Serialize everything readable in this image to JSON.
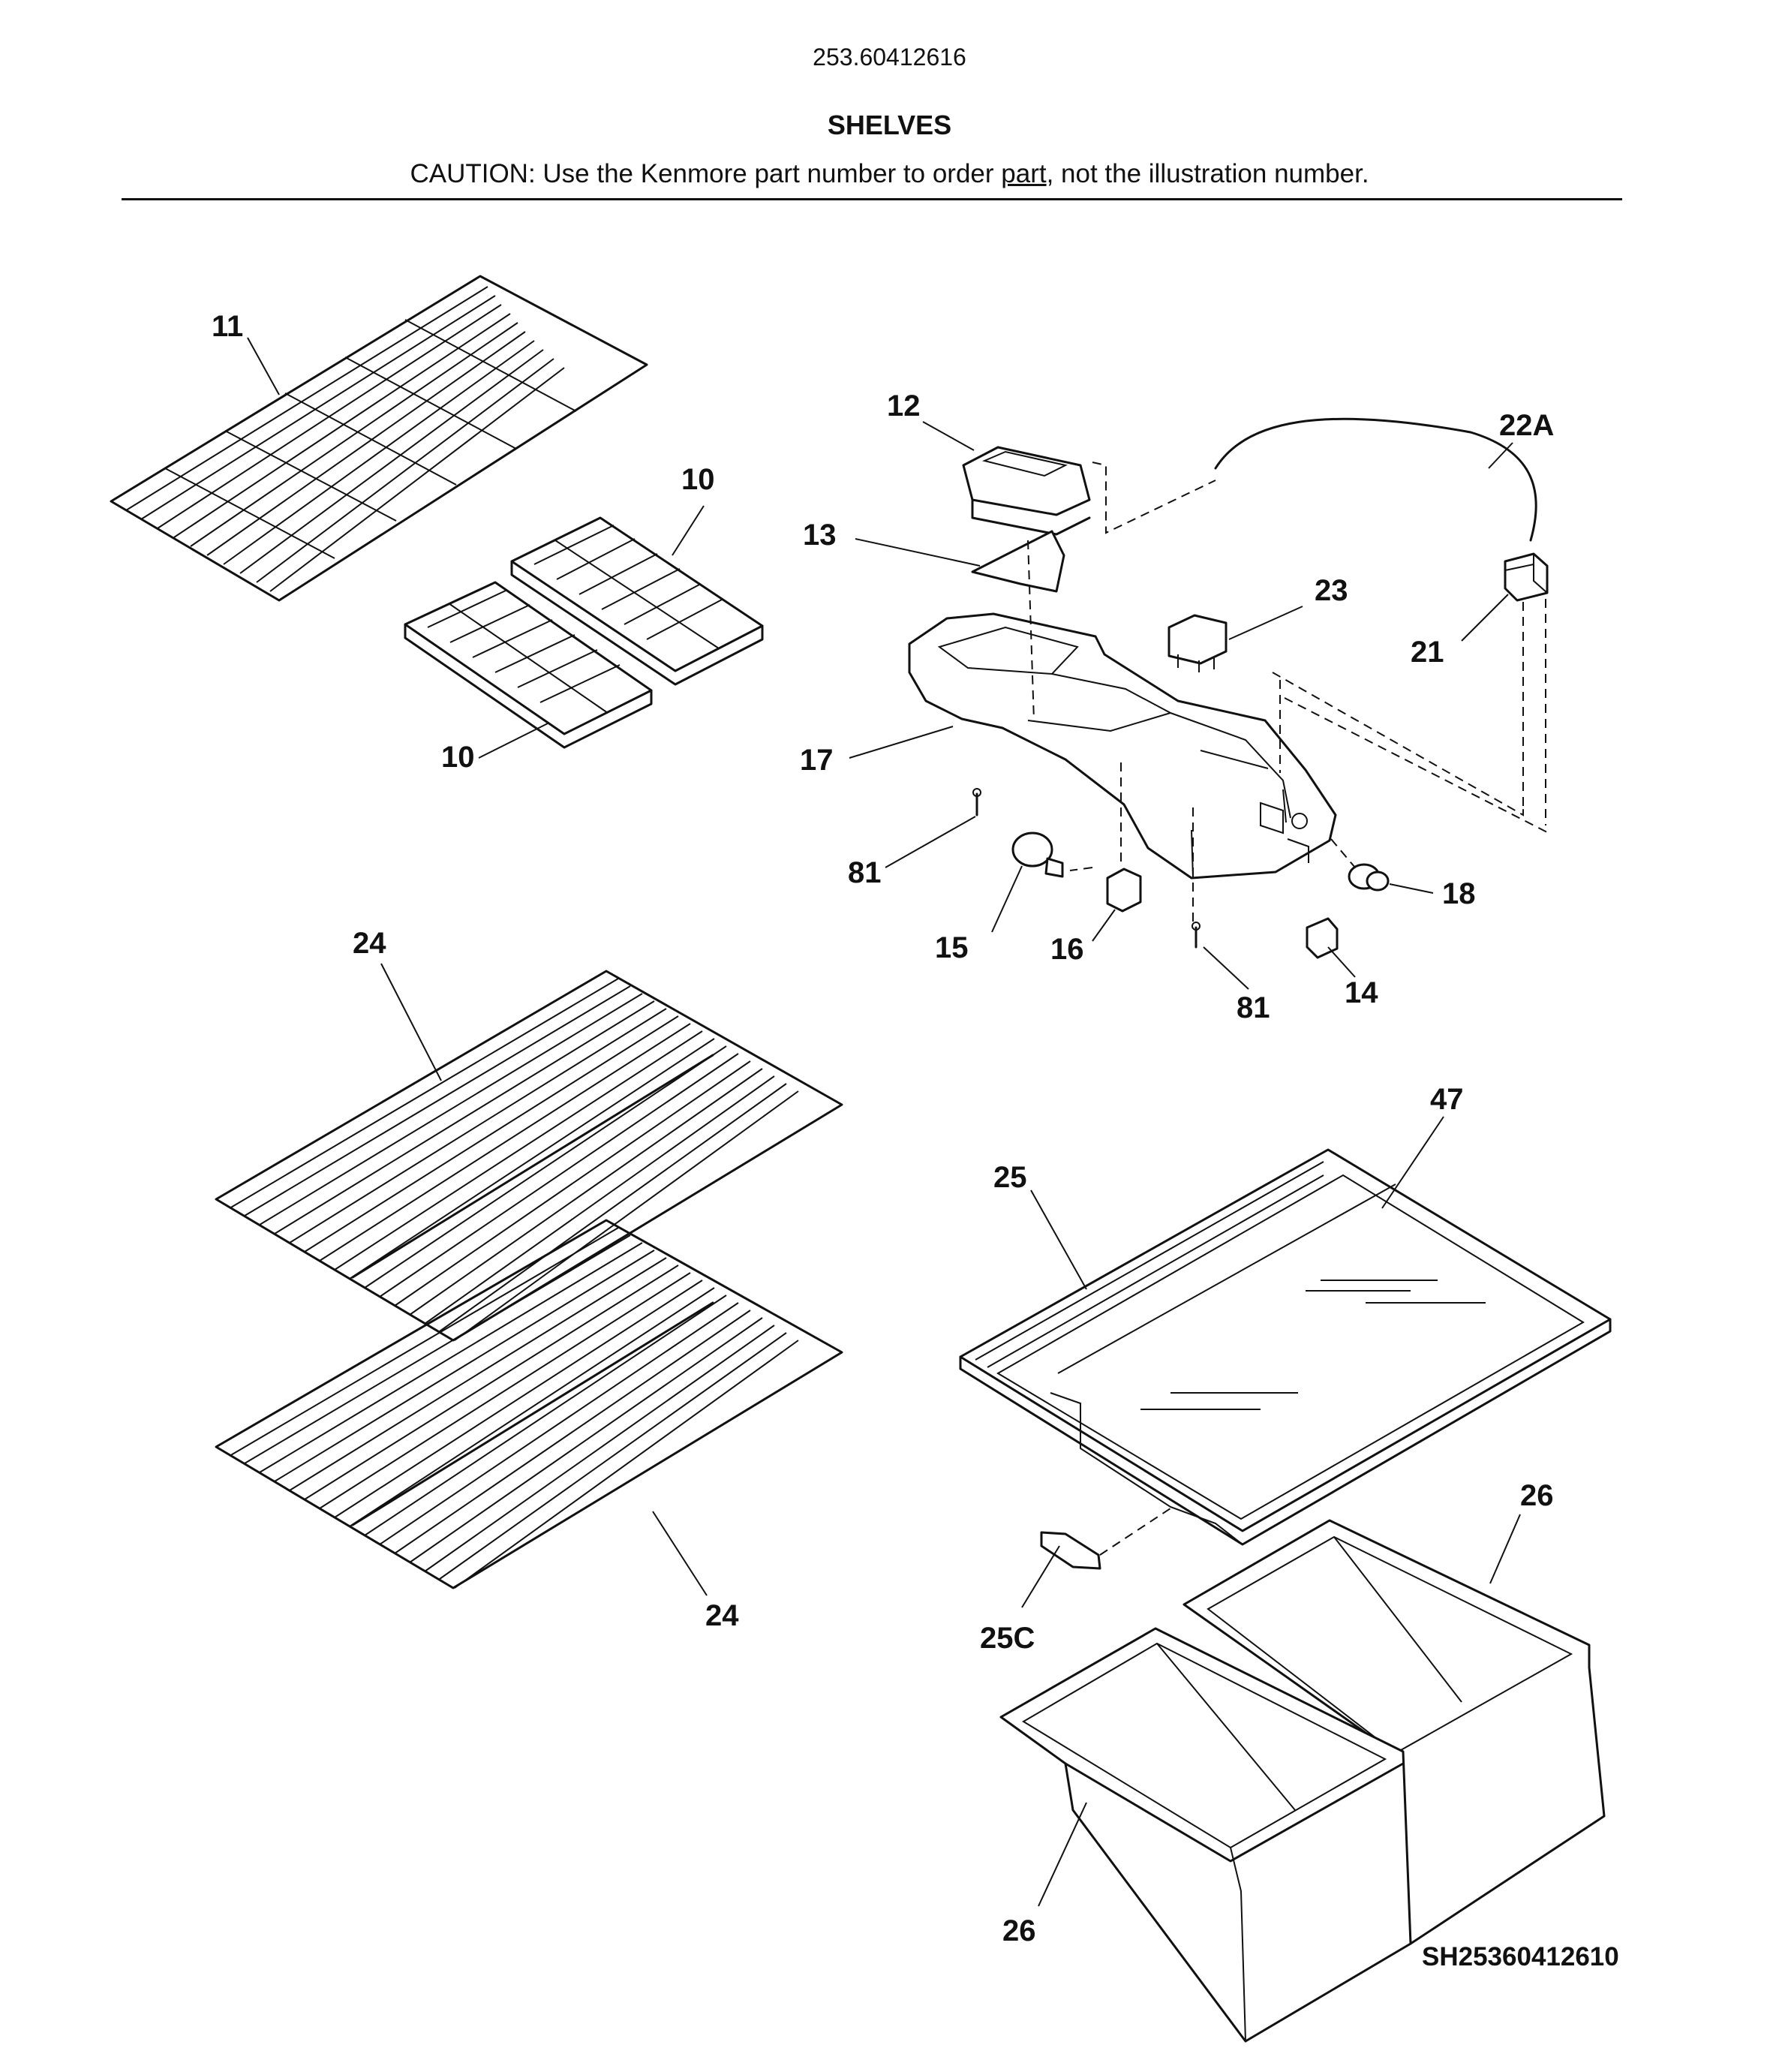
{
  "header": {
    "model_number": "253.60412616",
    "section_title": "SHELVES",
    "caution_prefix": "CAUTION: Use the Kenmore part number to order ",
    "caution_underlined": "part",
    "caution_suffix": ", not the illustration number."
  },
  "callouts": {
    "c11": "11",
    "c10a": "10",
    "c10b": "10",
    "c12": "12",
    "c13": "13",
    "c22a": "22A",
    "c23": "23",
    "c21": "21",
    "c17": "17",
    "c81a": "81",
    "c81b": "81",
    "c15": "15",
    "c16": "16",
    "c18": "18",
    "c14": "14",
    "c24a": "24",
    "c24b": "24",
    "c47": "47",
    "c25": "25",
    "c26a": "26",
    "c25c": "25C",
    "c26b": "26"
  },
  "footer": {
    "document_code": "SH25360412610"
  }
}
